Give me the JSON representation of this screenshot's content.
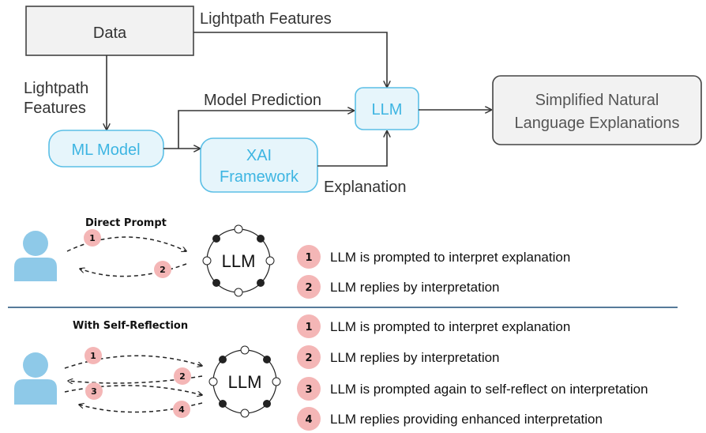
{
  "colors": {
    "gray_box_fill": "#f2f2f2",
    "gray_box_stroke": "#444444",
    "blue_fill": "#e6f5fb",
    "blue_stroke": "#5bbfe6",
    "blue_text": "#3db5e2",
    "person": "#8ec9e8",
    "badge": "#f4b6b6",
    "separator": "#1f4e79",
    "arrow": "#333333"
  },
  "pipeline": {
    "data_box": "Data",
    "lightpath_features_top": "Lightpath Features",
    "lightpath_features_left_1": "Lightpath",
    "lightpath_features_left_2": "Features",
    "model_prediction": "Model Prediction",
    "llm_box": "LLM",
    "output_box_1": "Simplified Natural",
    "output_box_2": "Language Explanations",
    "ml_model_box": "ML Model",
    "xai_box_1": "XAI",
    "xai_box_2": "Framework",
    "explanation": "Explanation"
  },
  "direct": {
    "title": "Direct Prompt",
    "llm": "LLM",
    "steps": [
      {
        "num": "1",
        "text": "LLM is prompted to interpret explanation"
      },
      {
        "num": "2",
        "text": "LLM replies by interpretation"
      }
    ]
  },
  "reflection": {
    "title": "With Self-Reflection",
    "llm": "LLM",
    "steps": [
      {
        "num": "1",
        "text": "LLM is prompted to interpret explanation"
      },
      {
        "num": "2",
        "text": "LLM replies by interpretation"
      },
      {
        "num": "3",
        "text": "LLM is prompted again to self-reflect on interpretation"
      },
      {
        "num": "4",
        "text": "LLM replies providing enhanced interpretation"
      }
    ]
  }
}
